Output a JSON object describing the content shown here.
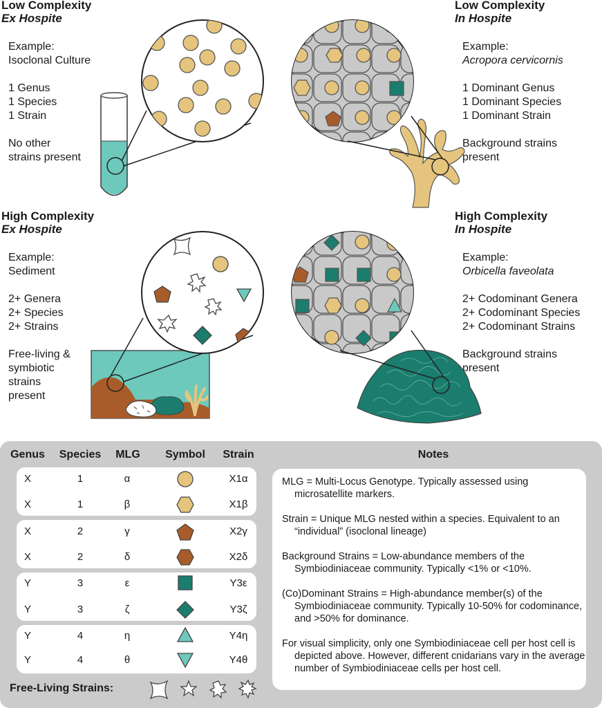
{
  "quadrants": {
    "low_ex": {
      "title": "Low Complexity",
      "subtitle": "Ex Hospite",
      "example_label": "Example:",
      "example": "Isoclonal Culture",
      "lines": [
        "1 Genus",
        "1 Species",
        "1 Strain"
      ],
      "footer": [
        "No other",
        "strains present"
      ]
    },
    "low_in": {
      "title": "Low Complexity",
      "subtitle": "In Hospite",
      "example_label": "Example:",
      "example": "Acropora cervicornis",
      "lines": [
        "1 Dominant Genus",
        "1 Dominant Species",
        "1 Dominant Strain"
      ],
      "footer": [
        "Background strains",
        "present"
      ]
    },
    "high_ex": {
      "title": "High Complexity",
      "subtitle": "Ex Hospite",
      "example_label": "Example:",
      "example": "Sediment",
      "lines": [
        "2+ Genera",
        "2+ Species",
        "2+ Strains"
      ],
      "footer": [
        "Free-living &",
        "symbiotic",
        "strains",
        "present"
      ]
    },
    "high_in": {
      "title": "High Complexity",
      "subtitle": "In Hospite",
      "example_label": "Example:",
      "example": "Orbicella faveolata",
      "lines": [
        "2+ Codominant Genera",
        "2+ Codominant Species",
        "2+ Codominant Strains"
      ],
      "footer": [
        "Background strains",
        "present"
      ]
    }
  },
  "legend": {
    "headers": [
      "Genus",
      "Species",
      "MLG",
      "Symbol",
      "Strain"
    ],
    "rows": [
      {
        "genus": "X",
        "species": "1",
        "mlg": "α",
        "symbol": "circle-icon",
        "strain": "X1α"
      },
      {
        "genus": "X",
        "species": "1",
        "mlg": "β",
        "symbol": "hexagon-icon",
        "strain": "X1β"
      },
      {
        "genus": "X",
        "species": "2",
        "mlg": "γ",
        "symbol": "pentagon-icon",
        "strain": "X2γ"
      },
      {
        "genus": "X",
        "species": "2",
        "mlg": "δ",
        "symbol": "hexagon-brown-icon",
        "strain": "X2δ"
      },
      {
        "genus": "Y",
        "species": "3",
        "mlg": "ε",
        "symbol": "square-icon",
        "strain": "Y3ε"
      },
      {
        "genus": "Y",
        "species": "3",
        "mlg": "ζ",
        "symbol": "diamond-icon",
        "strain": "Y3ζ"
      },
      {
        "genus": "Y",
        "species": "4",
        "mlg": "η",
        "symbol": "triangle-up-icon",
        "strain": "Y4η"
      },
      {
        "genus": "Y",
        "species": "4",
        "mlg": "θ",
        "symbol": "triangle-down-icon",
        "strain": "Y4θ"
      }
    ],
    "free_living_label": "Free-Living Strains:"
  },
  "notes": {
    "title": "Notes",
    "items": [
      "MLG = Multi-Locus Genotype. Typically assessed using microsatellite markers.",
      "Strain = Unique MLG nested within a species. Equivalent to an “individual” (isoclonal lineage)",
      "Background Strains = Low-abundance members of the Symbiodiniaceae community. Typically <1% or <10%.",
      "(Co)Dominant Strains = High-abundance member(s) of the Symbiodiniaceae community. Typically 10-50% for codominance, and >50% for dominance.",
      "For visual simplicity, only one Symbiodiniaceae cell per host cell is depicted above. However, different cnidarians vary in the average number of Symbiodiniaceae cells per host cell."
    ]
  },
  "colors": {
    "yellow": "#e5c47d",
    "brown": "#a85c2a",
    "teal": "#1a7d6d",
    "aqua": "#6dc9bc",
    "grey": "#c9c9c9",
    "panel": "#cbcbcb",
    "sand": "#ecc989"
  }
}
